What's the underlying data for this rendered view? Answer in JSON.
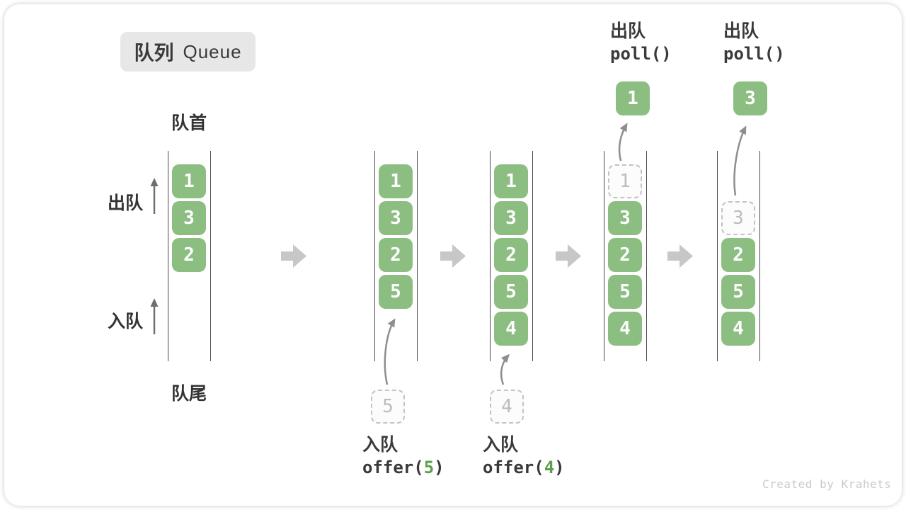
{
  "title": {
    "zh": "队列",
    "en": "Queue"
  },
  "labels": {
    "queue_front": "队首",
    "queue_rear": "队尾",
    "dequeue": "出队",
    "enqueue": "入队"
  },
  "colors": {
    "cell_green": "#8CBE82",
    "code_arg_green": "#5CA04E",
    "dashed_gray": "#C3C3C3",
    "block_arrow_gray": "#C7C7C7",
    "text_dark": "#3A3A3A"
  },
  "states": [
    {
      "name": "initial",
      "slots": [
        "1",
        "3",
        "2"
      ]
    },
    {
      "name": "after-offer-5",
      "slots": [
        "1",
        "3",
        "2",
        "5"
      ],
      "staging": "5",
      "caption": {
        "op": "入队",
        "code_pre": "offer(",
        "arg": "5",
        "code_post": ")"
      }
    },
    {
      "name": "after-offer-4",
      "slots": [
        "1",
        "3",
        "2",
        "5",
        "4"
      ],
      "staging": "4",
      "caption": {
        "op": "入队",
        "code_pre": "offer(",
        "arg": "4",
        "code_post": ")"
      }
    },
    {
      "name": "poll-first",
      "slots": [
        "1",
        "3",
        "2",
        "5",
        "4"
      ],
      "removed": "1",
      "caption": {
        "op": "出队",
        "code": "poll()"
      }
    },
    {
      "name": "poll-second",
      "slots": [
        "3",
        "2",
        "5",
        "4"
      ],
      "removed": "3",
      "caption": {
        "op": "出队",
        "code": "poll()"
      }
    }
  ],
  "watermark": "Created by Krahets"
}
